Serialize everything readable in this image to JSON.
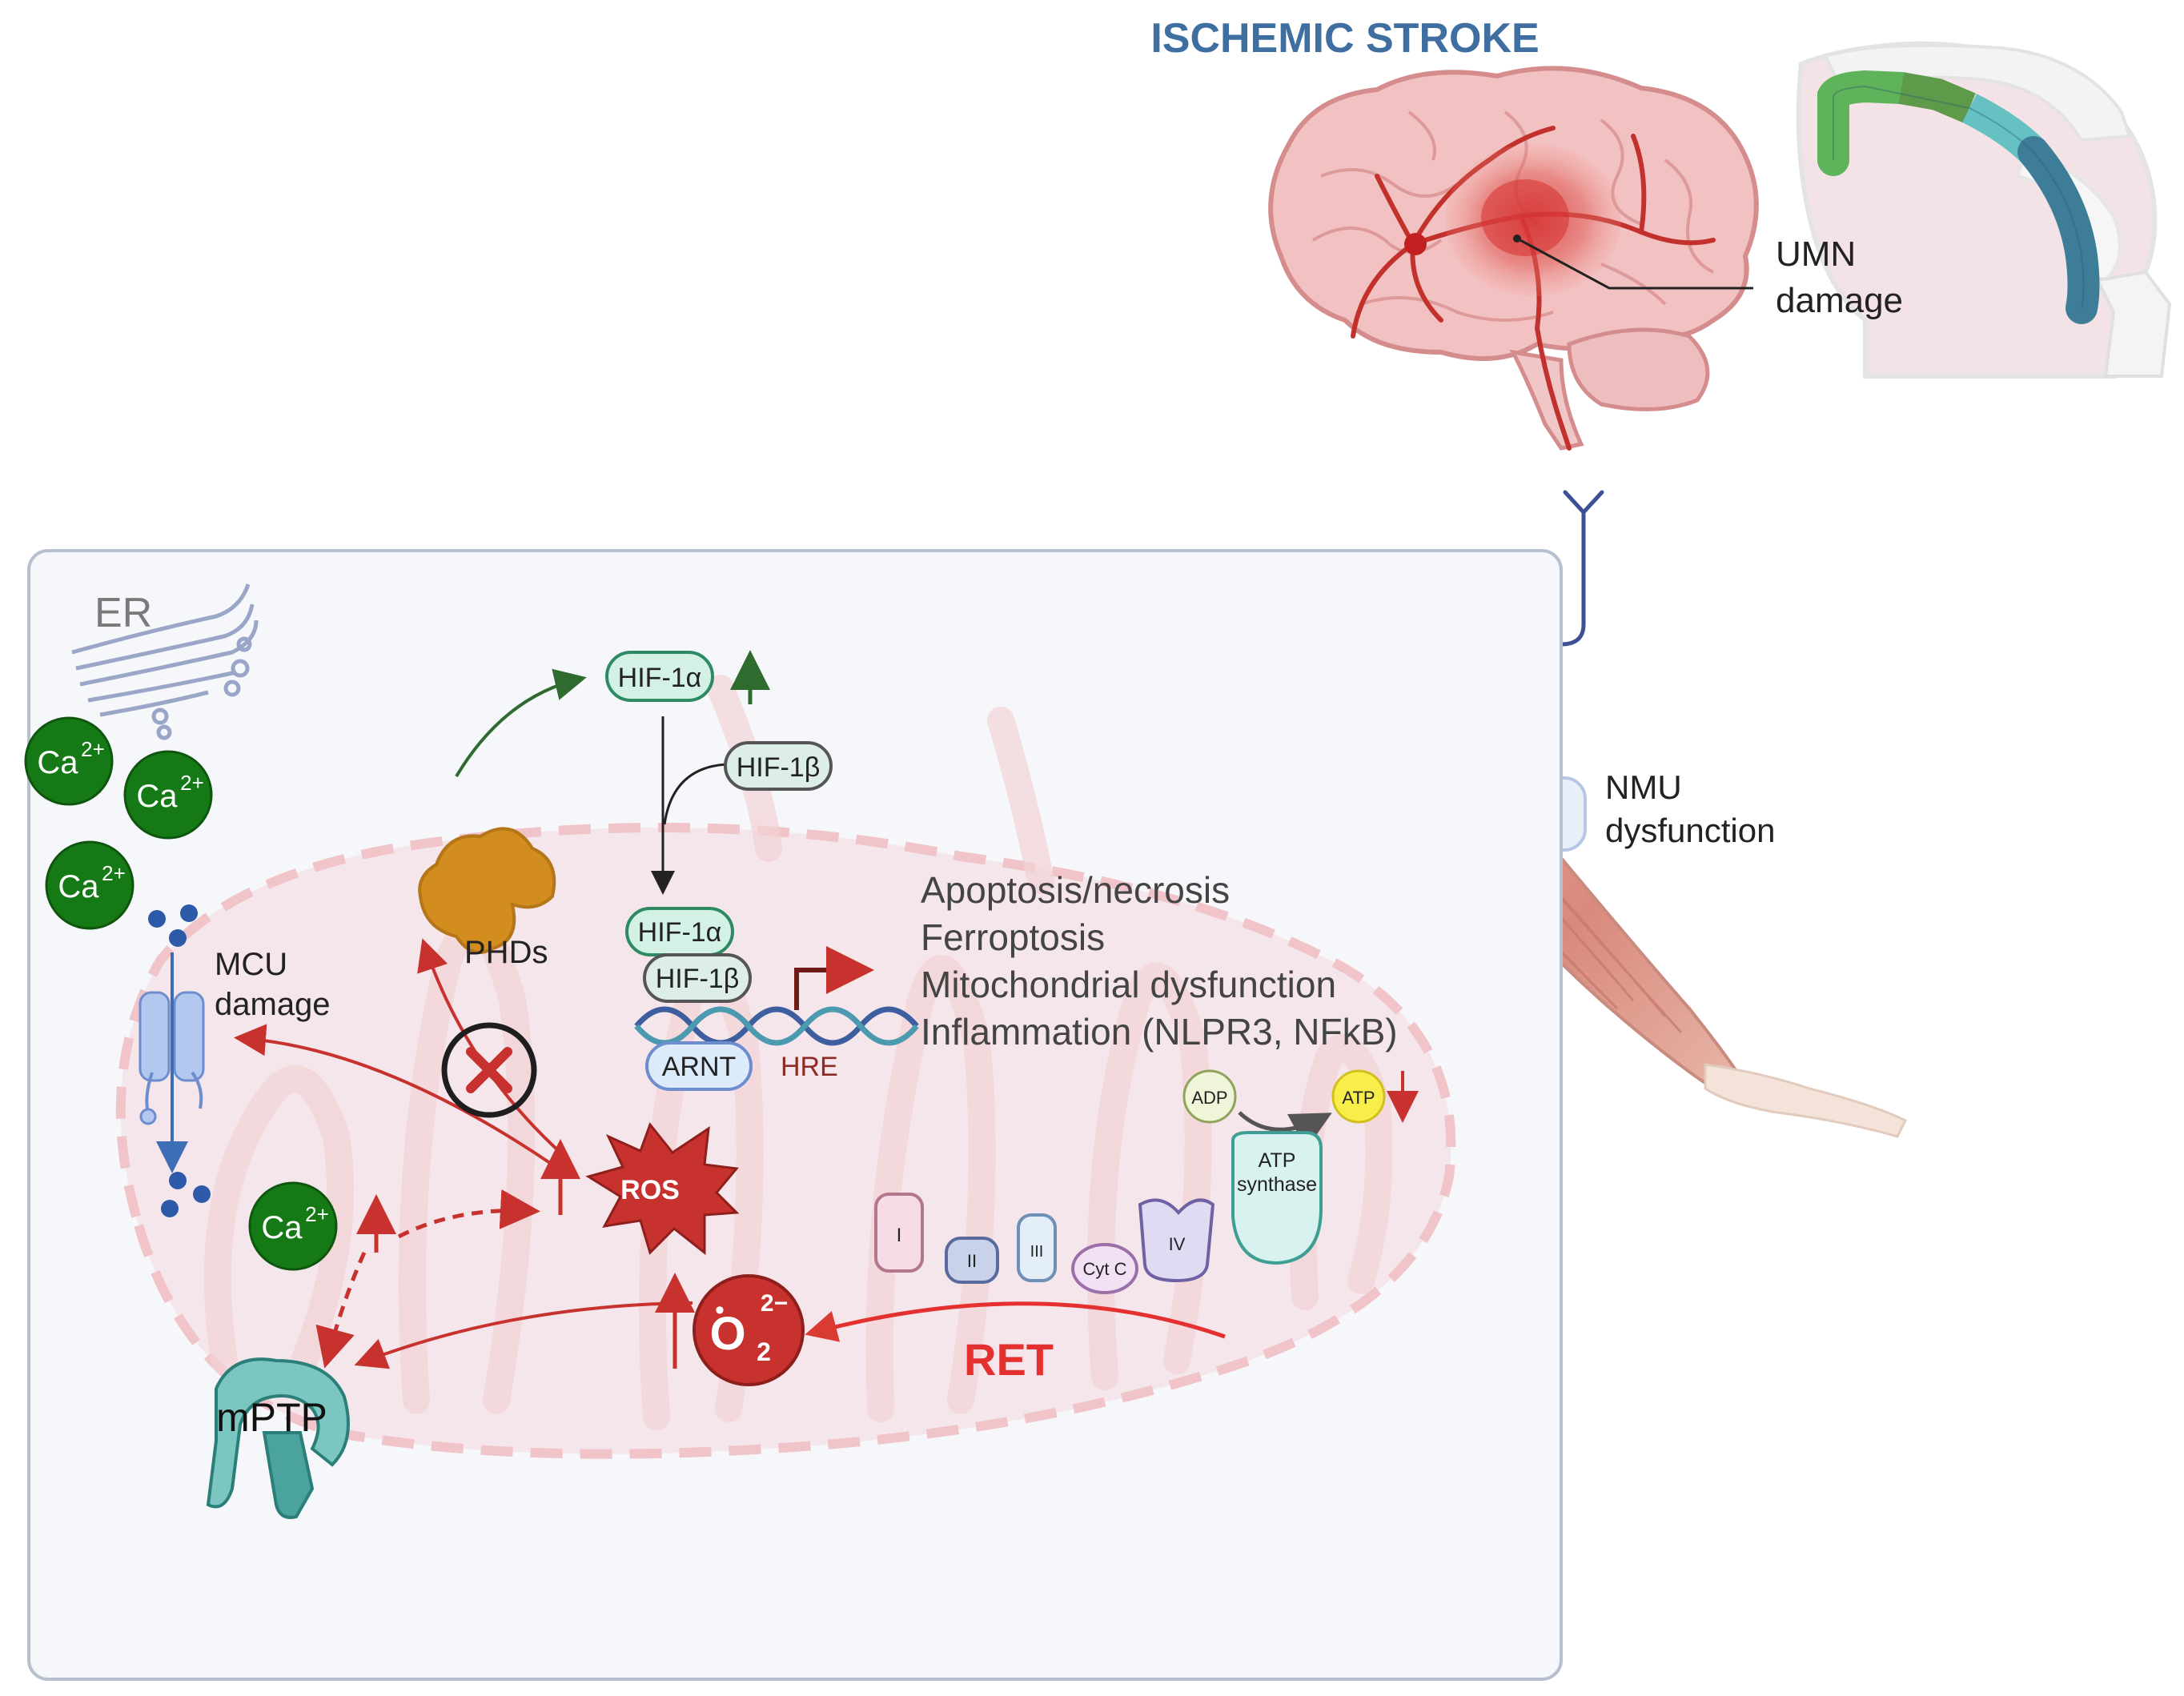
{
  "title": "ISCHEMIC STROKE",
  "colors": {
    "title": "#3f6fa0",
    "red": "#c8322e",
    "darkred": "#8e1f1c",
    "green": "#1c6b1c",
    "hif_fill": "#d4f1e6",
    "hif_stroke": "#2d8a63",
    "panel_stroke": "#b8c0d0",
    "panel_fill": "#f6f7fa",
    "neuron": "#3d4f95"
  },
  "brain": {
    "umn_label_1": "UMN",
    "umn_label_2": "damage"
  },
  "muscle": {
    "nmu_label_1": "NMU",
    "nmu_label_2": "dysfunction"
  },
  "cell": {
    "er_label": "ER",
    "ca_ion": "Ca",
    "ca_charge": "2+",
    "mcu_label_1": "MCU",
    "mcu_label_2": "damage",
    "phds_label": "PHDs",
    "ros_label": "ROS",
    "mptp_label": "mPTP",
    "o2_main": "O",
    "o2_sub": "2",
    "o2_sup": "2−",
    "o2_dot": "•",
    "ret_label": "RET",
    "hif1a": "HIF-1α",
    "hif1b": "HIF-1β",
    "arnt": "ARNT",
    "hre": "HRE",
    "outcomes": [
      "Apoptosis/necrosis",
      "Ferroptosis",
      "Mitochondrial dysfunction",
      "Inflammation (NLPR3, NFkB)"
    ],
    "etc": [
      "I",
      "II",
      "III",
      "Cyt C",
      "IV"
    ],
    "adp": "ADP",
    "atp": "ATP",
    "atp_synthase_1": "ATP",
    "atp_synthase_2": "synthase"
  }
}
